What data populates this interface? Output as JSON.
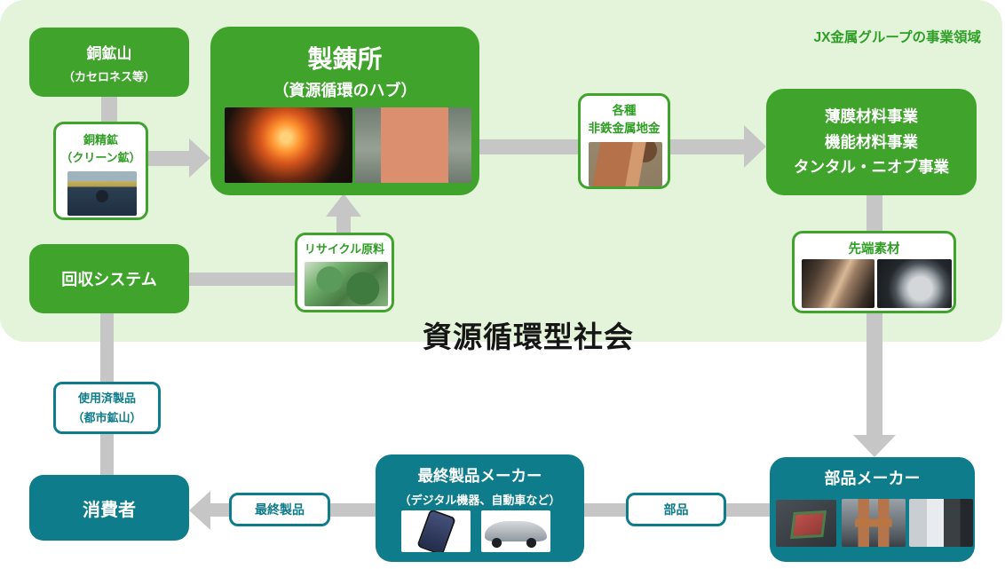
{
  "colors": {
    "brand_green": "#3fa32c",
    "panel_light_green": "#e3f4da",
    "brand_teal": "#0e7c8b",
    "arrow_gray": "#c6c6c6",
    "heading_black": "#161616"
  },
  "panel": {
    "business_domain_label": "JX金属グループの事業領域",
    "society_label": "資源循環型社会"
  },
  "nodes": {
    "copper_mine": {
      "title": "銅鉱山",
      "subtitle": "（カセロネス等）"
    },
    "smelter": {
      "title": "製錬所",
      "subtitle": "（資源循環のハブ）",
      "images": [
        "molten-copper-pouring",
        "copper-cathode-plant"
      ]
    },
    "materials_businesses": {
      "lines": [
        "薄膜材料事業",
        "機能材料事業",
        "タンタル・ニオブ事業"
      ]
    },
    "recovery_system": {
      "title": "回収システム"
    },
    "consumer": {
      "title": "消費者"
    },
    "final_product_maker": {
      "title": "最終製品メーカー",
      "subtitle": "（デジタル機器、自動車など）",
      "images": [
        "smartphone",
        "car"
      ]
    },
    "parts_maker": {
      "title": "部品メーカー",
      "images": [
        "semiconductor-package",
        "copper-flex-connector",
        "cable-connector"
      ]
    }
  },
  "flow_labels": {
    "copper_concentrate": {
      "line1": "銅精鉱",
      "line2": "（クリーン鉱）",
      "image": "ship-unloading-concentrate"
    },
    "nonferrous_ingots": {
      "line1": "各種",
      "line2": "非鉄金属地金",
      "image": "copper-anode-ingot"
    },
    "advanced_materials": {
      "title": "先端素材",
      "images": [
        "rolled-copper-foil",
        "sputtering-target"
      ]
    },
    "recycled_materials": {
      "title": "リサイクル原料",
      "image": "scrap-circuit-boards"
    },
    "used_products": {
      "line1": "使用済製品",
      "line2": "（都市鉱山）"
    },
    "final_products": {
      "title": "最終製品"
    },
    "parts": {
      "title": "部品"
    }
  }
}
